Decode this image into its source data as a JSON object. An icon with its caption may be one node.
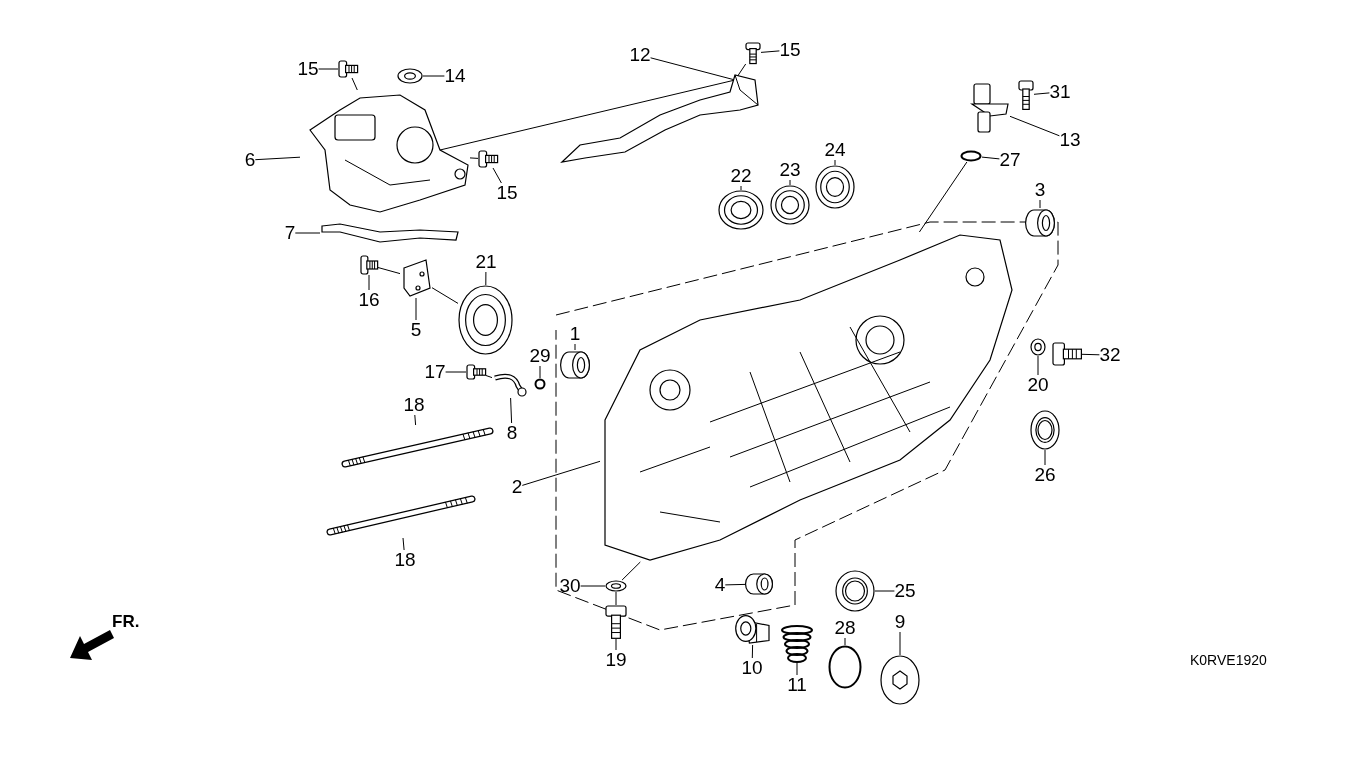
{
  "diagram": {
    "nodes": [
      {
        "text": [
          "15"
        ]
      },
      {
        "text": [],
        "shape": "picture"
      },
      {
        "text": [
          "14"
        ]
      },
      {
        "text": [],
        "shape": "picture"
      },
      {
        "text": [
          "15"
        ]
      },
      {
        "text": [],
        "shape": "picture"
      },
      {
        "text": [
          "6"
        ]
      },
      {
        "text": [],
        "shape": "picture"
      },
      {
        "text": [
          "7"
        ]
      },
      {
        "text": [],
        "shape": "picture"
      },
      {
        "text": [
          "16"
        ]
      },
      {
        "text": [],
        "shape": "picture"
      },
      {
        "text": [
          "5"
        ]
      },
      {
        "text": [],
        "shape": "picture"
      },
      {
        "text": [
          "21"
        ]
      },
      {
        "text": [],
        "shape": "picture"
      },
      {
        "text": [
          "1"
        ]
      },
      {
        "text": [],
        "shape": "picture"
      },
      {
        "text": [
          "17"
        ]
      },
      {
        "text": [],
        "shape": "picture"
      },
      {
        "text": [
          "29"
        ]
      },
      {
        "text": [],
        "shape": "circle"
      },
      {
        "text": [
          "8"
        ]
      },
      {
        "text": [],
        "shape": "picture"
      },
      {
        "text": [
          "18"
        ]
      },
      {
        "text": [],
        "shape": "picture"
      },
      {
        "text": [
          "18"
        ]
      },
      {
        "text": [],
        "shape": "picture"
      },
      {
        "text": [
          "2"
        ]
      },
      {
        "text": [],
        "shape": "picture"
      },
      {
        "text": [
          "30"
        ]
      },
      {
        "text": [],
        "shape": "picture"
      },
      {
        "text": [
          "19"
        ]
      },
      {
        "text": [],
        "shape": "picture"
      },
      {
        "text": [
          "12"
        ]
      },
      {
        "text": [],
        "shape": "picture"
      },
      {
        "text": [
          "15"
        ]
      },
      {
        "text": [],
        "shape": "picture"
      },
      {
        "text": [
          "22"
        ]
      },
      {
        "text": [],
        "shape": "picture"
      },
      {
        "text": [
          "23"
        ]
      },
      {
        "text": [],
        "shape": "picture"
      },
      {
        "text": [
          "24"
        ]
      },
      {
        "text": [],
        "shape": "picture"
      },
      {
        "text": [
          "31"
        ]
      },
      {
        "text": [],
        "shape": "picture"
      },
      {
        "text": [
          "13"
        ]
      },
      {
        "text": [],
        "shape": "picture"
      },
      {
        "text": [
          "27"
        ]
      },
      {
        "text": [],
        "shape": "circle"
      },
      {
        "text": [
          "3"
        ]
      },
      {
        "text": [],
        "shape": "picture"
      },
      {
        "text": [
          "20"
        ]
      },
      {
        "text": [],
        "shape": "picture"
      },
      {
        "text": [
          "32"
        ]
      },
      {
        "text": [],
        "shape": "picture"
      },
      {
        "text": [
          "26"
        ]
      },
      {
        "text": [],
        "shape": "picture"
      },
      {
        "text": [
          "4"
        ]
      },
      {
        "text": [],
        "shape": "picture"
      },
      {
        "text": [
          "25"
        ]
      },
      {
        "text": [],
        "shape": "picture"
      },
      {
        "text": [
          "10"
        ]
      },
      {
        "text": [],
        "shape": "picture"
      },
      {
        "text": [
          "11"
        ]
      },
      {
        "text": [],
        "shape": "picture"
      },
      {
        "text": [
          "28"
        ]
      },
      {
        "text": [],
        "shape": "circle"
      },
      {
        "text": [
          "9"
        ]
      },
      {
        "text": [],
        "shape": "picture"
      }
    ],
    "edges": [
      {
        "from": 0,
        "to": 1,
        "arrow": "none"
      },
      {
        "from": 2,
        "to": 3,
        "arrow": "none"
      },
      {
        "from": 4,
        "to": 5,
        "arrow": "none"
      },
      {
        "from": 6,
        "to": 7,
        "arrow": "none"
      },
      {
        "from": 8,
        "to": 9,
        "arrow": "none"
      },
      {
        "from": 10,
        "to": 11,
        "arrow": "none"
      },
      {
        "from": 12,
        "to": 13,
        "arrow": "none"
      },
      {
        "from": 14,
        "to": 15,
        "arrow": "none"
      },
      {
        "from": 16,
        "to": 17,
        "arrow": "none"
      },
      {
        "from": 18,
        "to": 19,
        "arrow": "none"
      },
      {
        "from": 20,
        "to": 21,
        "arrow": "none"
      },
      {
        "from": 22,
        "to": 23,
        "arrow": "none"
      },
      {
        "from": 24,
        "to": 25,
        "arrow": "none"
      },
      {
        "from": 26,
        "to": 27,
        "arrow": "none"
      },
      {
        "from": 28,
        "to": 29,
        "arrow": "none"
      },
      {
        "from": 30,
        "to": 31,
        "arrow": "none"
      },
      {
        "from": 32,
        "to": 33,
        "arrow": "none"
      },
      {
        "from": 34,
        "to": 35,
        "arrow": "none"
      },
      {
        "from": 36,
        "to": 37,
        "arrow": "none"
      },
      {
        "from": 38,
        "to": 39,
        "arrow": "none"
      },
      {
        "from": 40,
        "to": 41,
        "arrow": "none"
      },
      {
        "from": 42,
        "to": 43,
        "arrow": "none"
      },
      {
        "from": 44,
        "to": 45,
        "arrow": "none"
      },
      {
        "from": 46,
        "to": 47,
        "arrow": "none"
      },
      {
        "from": 48,
        "to": 49,
        "arrow": "none"
      },
      {
        "from": 50,
        "to": 51,
        "arrow": "none"
      },
      {
        "from": 52,
        "to": 53,
        "arrow": "none"
      },
      {
        "from": 54,
        "to": 55,
        "arrow": "none"
      },
      {
        "from": 56,
        "to": 57,
        "arrow": "none"
      },
      {
        "from": 58,
        "to": 59,
        "arrow": "none"
      },
      {
        "from": 60,
        "to": 61,
        "arrow": "none"
      },
      {
        "from": 62,
        "to": 63,
        "arrow": "none"
      },
      {
        "from": 64,
        "to": 65,
        "arrow": "none"
      },
      {
        "from": 66,
        "to": 67,
        "arrow": "none"
      },
      {
        "from": 68,
        "to": 69,
        "arrow": "none"
      },
      {
        "from": 1,
        "to": 7,
        "arrow": "none"
      },
      {
        "from": 5,
        "to": 7,
        "arrow": "none"
      },
      {
        "from": 7,
        "to": 35,
        "arrow": "none"
      },
      {
        "from": 37,
        "to": 35,
        "arrow": "none"
      },
      {
        "from": 11,
        "to": 13,
        "arrow": "none"
      },
      {
        "from": 13,
        "to": 15,
        "arrow": "none"
      },
      {
        "from": 19,
        "to": 23,
        "arrow": "none"
      },
      {
        "from": 33,
        "to": 31,
        "arrow": "none"
      },
      {
        "from": 31,
        "to": 29,
        "arrow": "none"
      },
      {
        "from": 49,
        "to": 29,
        "arrow": "none"
      }
    ],
    "labels": [
      "FR.",
      "K0RVE1920"
    ]
  }
}
